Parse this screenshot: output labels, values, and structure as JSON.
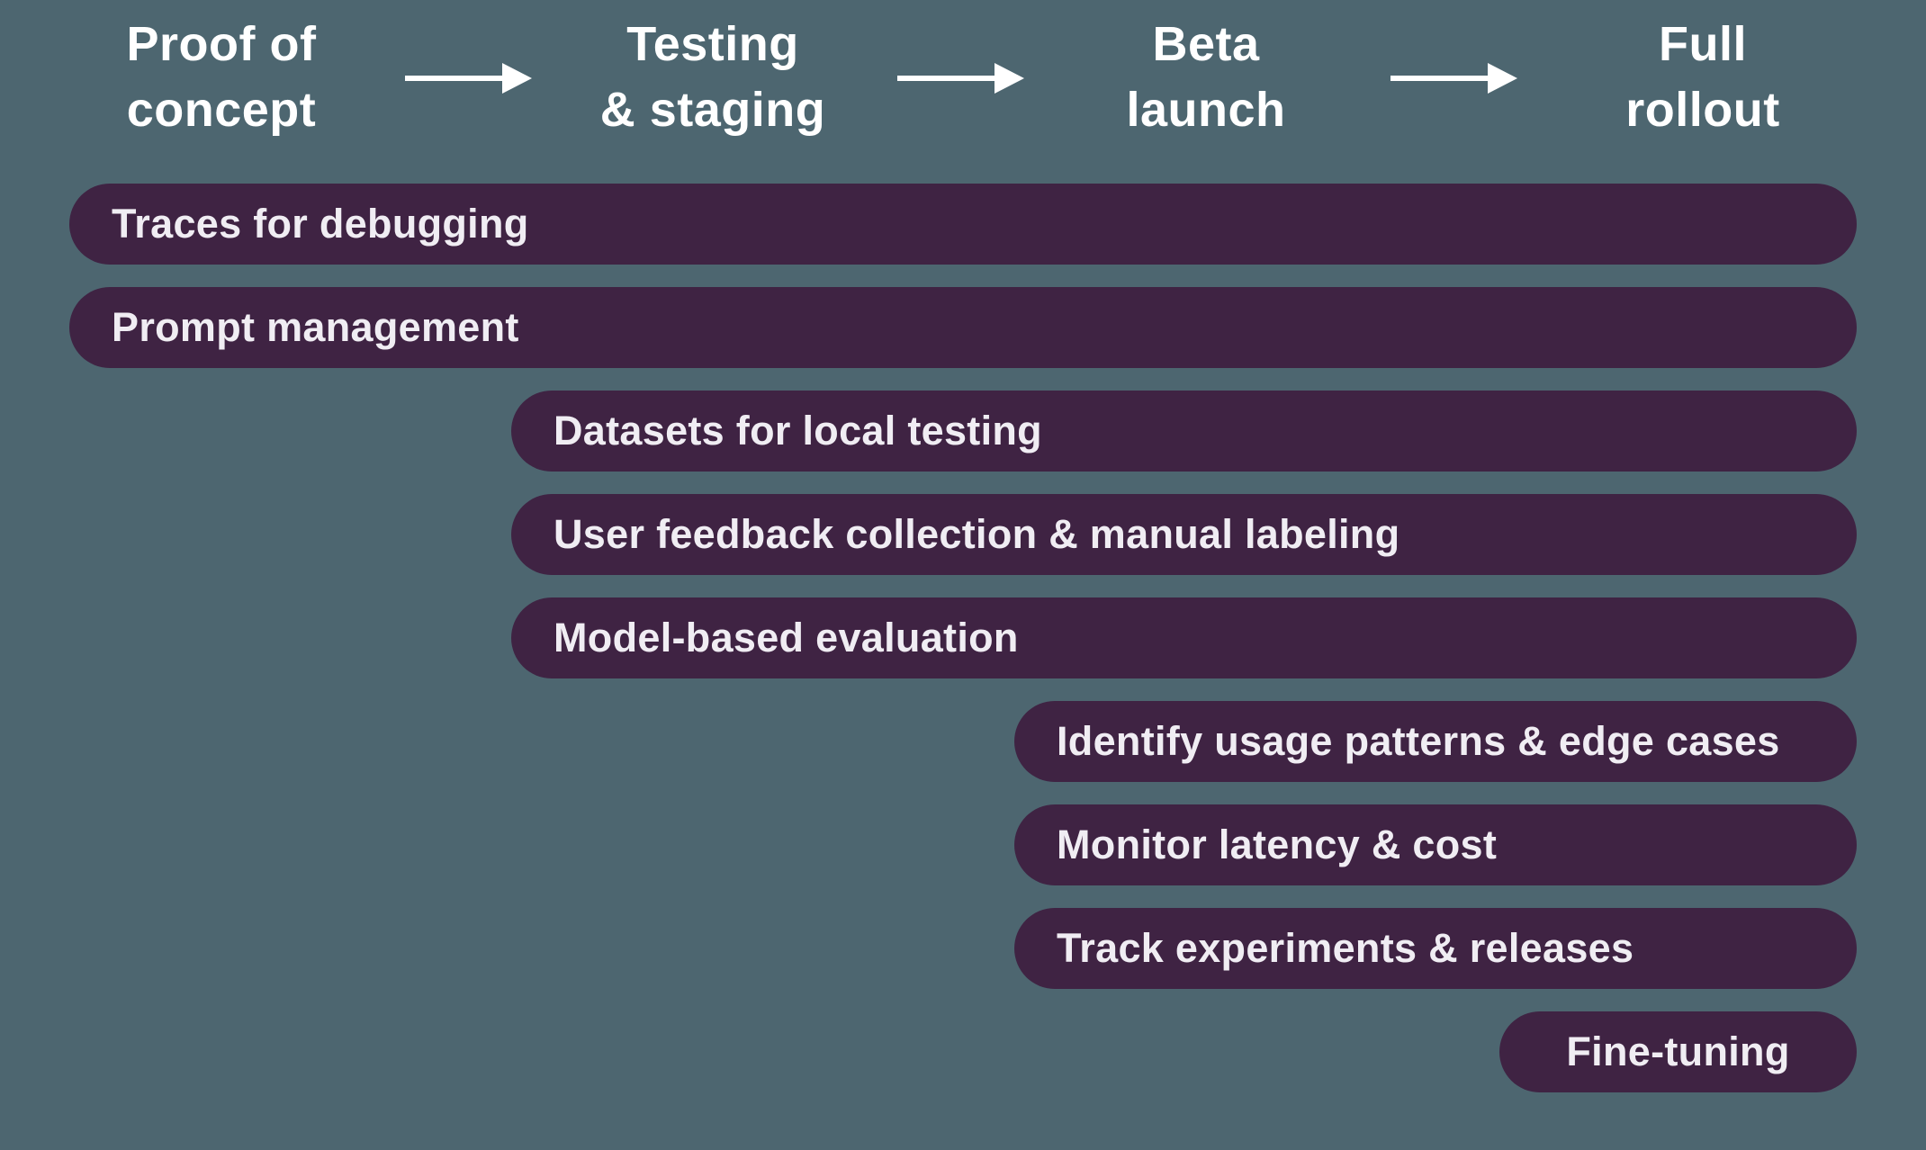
{
  "colors": {
    "background": "#4d6670",
    "bar_fill": "#3f2343",
    "header_text": "#ffffff",
    "bar_text": "#f0edf3",
    "arrow": "#ffffff"
  },
  "stages": [
    {
      "line1": "Proof of",
      "line2": "concept"
    },
    {
      "line1": "Testing",
      "line2": "& staging"
    },
    {
      "line1": "Beta",
      "line2": "launch"
    },
    {
      "line1": "Full",
      "line2": "rollout"
    }
  ],
  "bars": [
    {
      "label": "Traces for debugging",
      "start_stage": "Proof of concept"
    },
    {
      "label": "Prompt management",
      "start_stage": "Proof of concept"
    },
    {
      "label": "Datasets for local testing",
      "start_stage": "Testing & staging"
    },
    {
      "label": "User feedback collection & manual labeling",
      "start_stage": "Testing & staging"
    },
    {
      "label": "Model-based evaluation",
      "start_stage": "Testing & staging"
    },
    {
      "label": "Identify usage patterns & edge cases",
      "start_stage": "Beta launch"
    },
    {
      "label": "Monitor latency & cost",
      "start_stage": "Beta launch"
    },
    {
      "label": "Track experiments & releases",
      "start_stage": "Beta launch"
    },
    {
      "label": "Fine-tuning",
      "start_stage": "Full rollout"
    }
  ]
}
